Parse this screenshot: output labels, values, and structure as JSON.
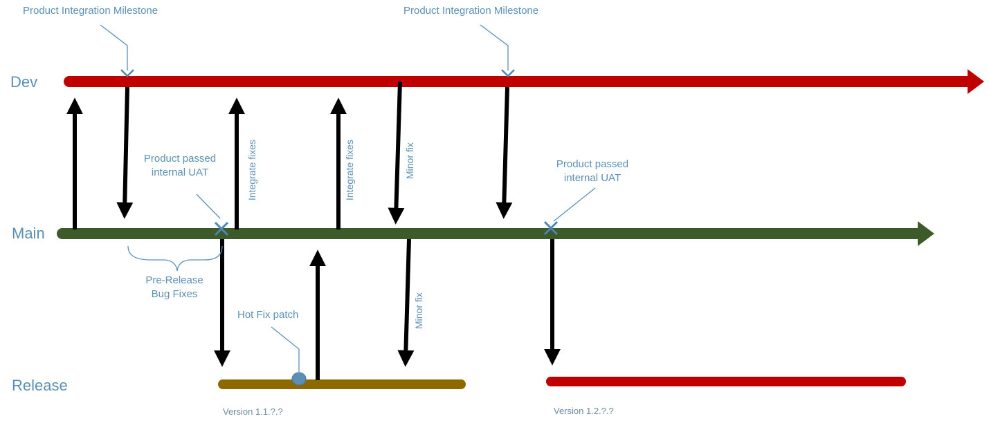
{
  "lanes": {
    "dev": "Dev",
    "main": "Main",
    "release": "Release"
  },
  "notes": {
    "milestone_1": "Product Integration Milestone",
    "milestone_2": "Product Integration Milestone",
    "uat_1_line1": "Product passed",
    "uat_1_line2": "internal UAT",
    "uat_2_line1": "Product passed",
    "uat_2_line2": "internal UAT",
    "prerelease_line1": "Pre-Release",
    "prerelease_line2": "Bug Fixes",
    "hotfix": "Hot Fix patch"
  },
  "arrow_labels": {
    "integrate_1": "Integrate fixes",
    "integrate_2": "Integrate fixes",
    "minor_fix_1": "Minor fix",
    "minor_fix_2": "Minor fix"
  },
  "versions": {
    "v1": "Version 1.1.?.?",
    "v2": "Version 1.2.?.?"
  },
  "colors": {
    "dev": "#c00000",
    "main": "#3d5a2a",
    "release_1": "#8c6a00",
    "release_2": "#c00000",
    "arrow": "#000000",
    "note": "#5b8fb4",
    "marker": "#4a86b5"
  }
}
